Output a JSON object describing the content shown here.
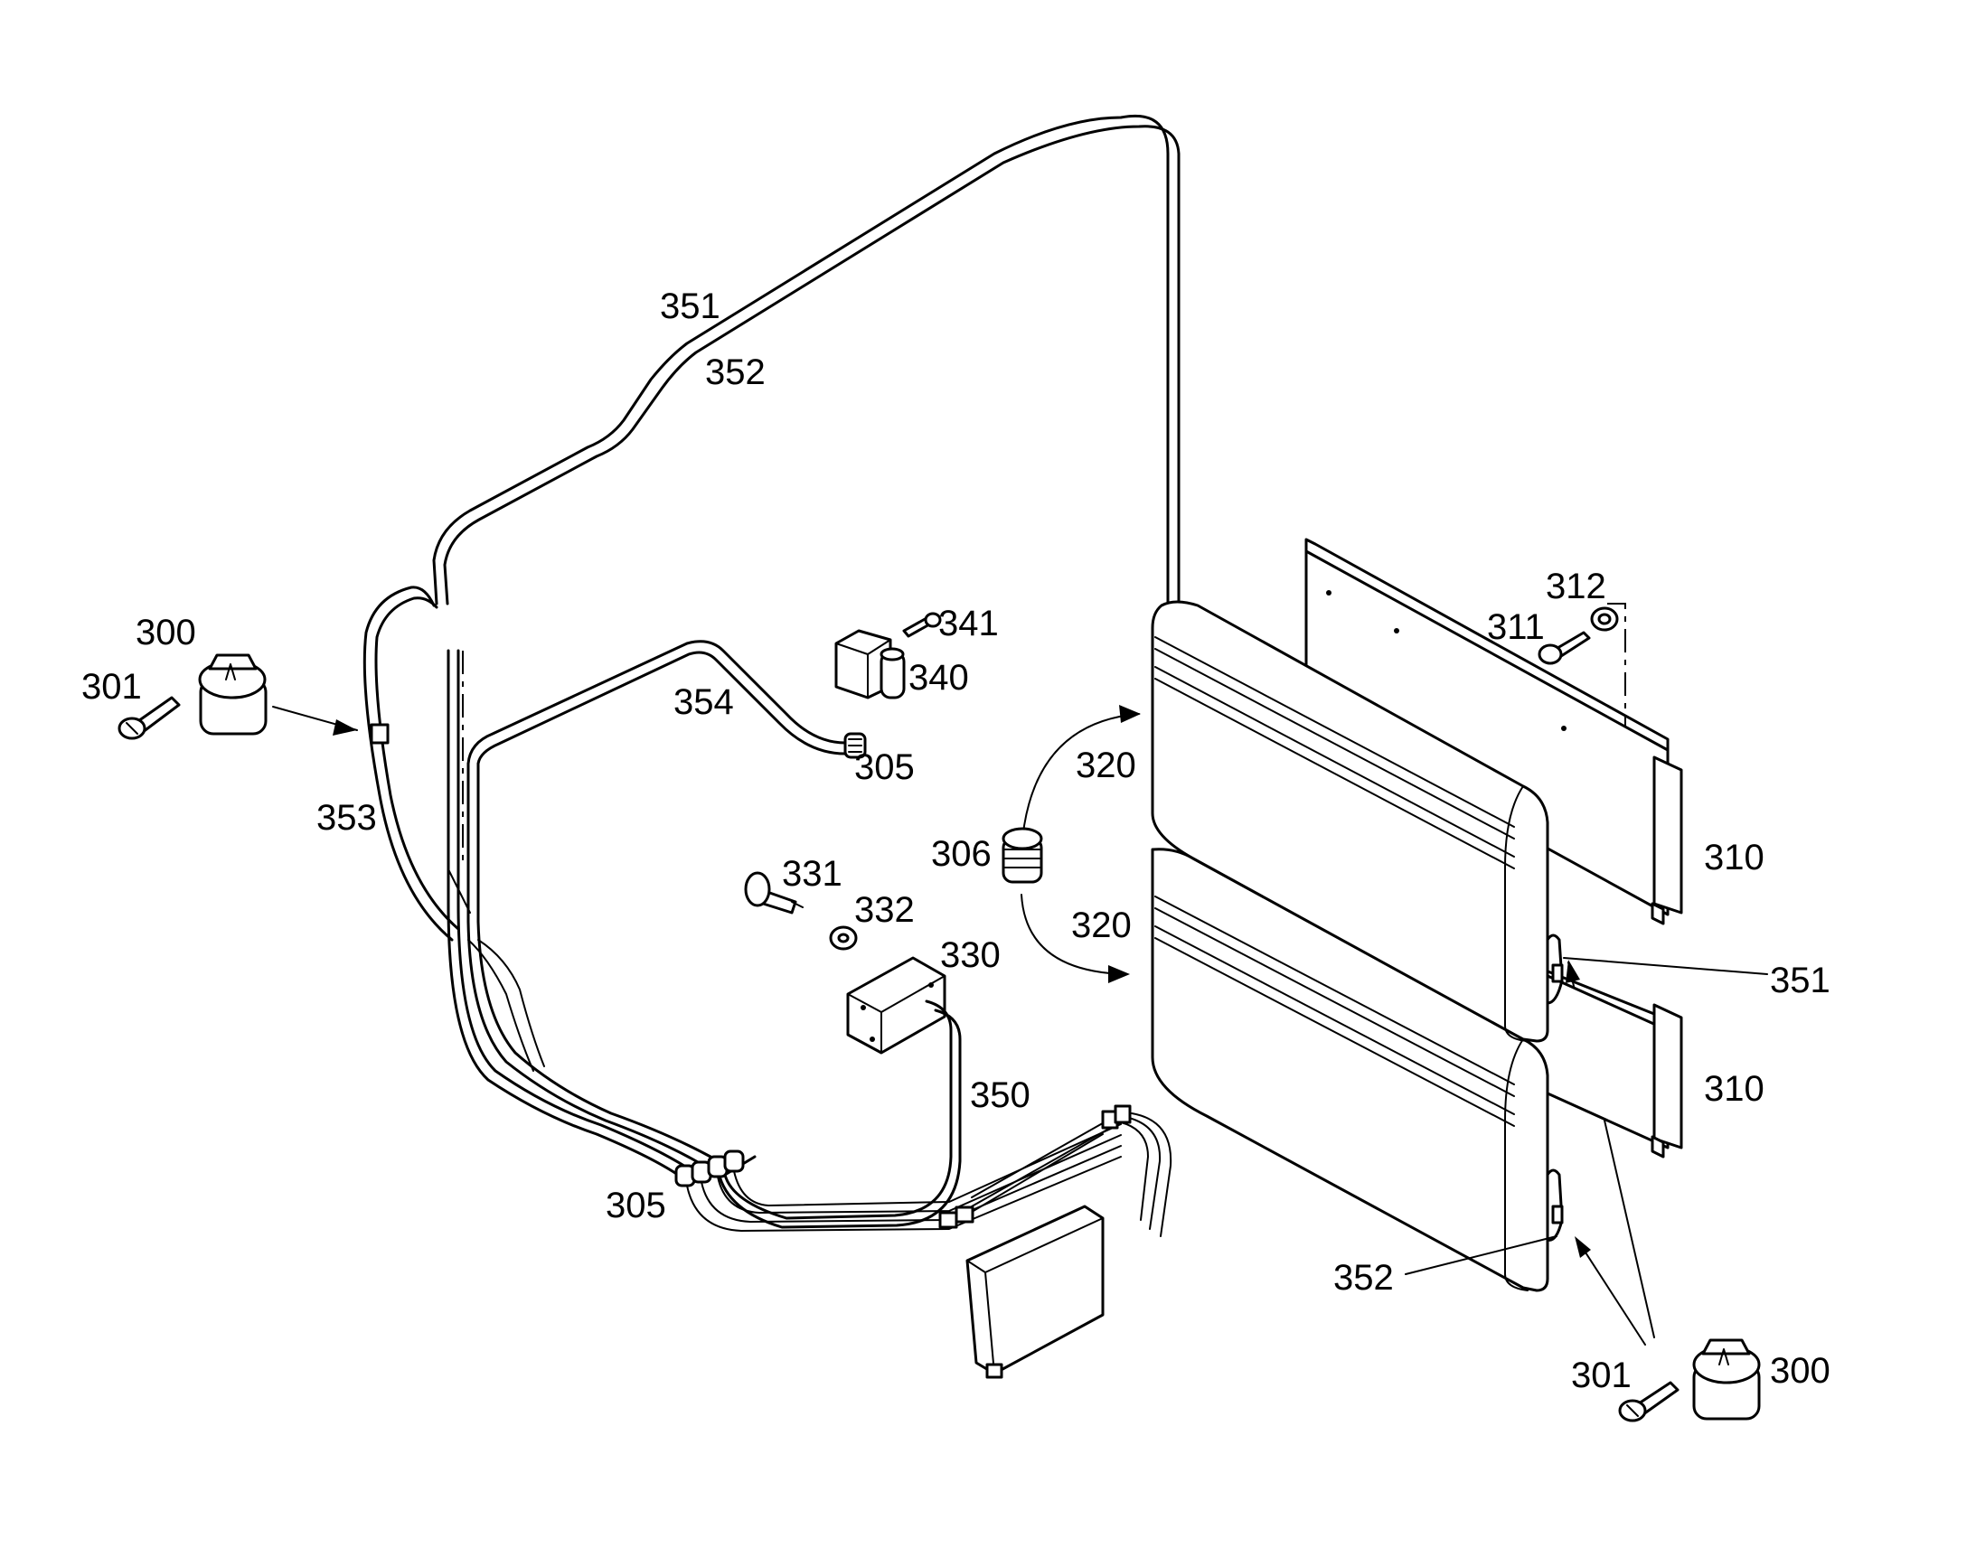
{
  "labels": {
    "l351_top": "351",
    "l352_top": "352",
    "l300_left": "300",
    "l301_left": "301",
    "l353": "353",
    "l354": "354",
    "l341": "341",
    "l340": "340",
    "l305_top": "305",
    "l312": "312",
    "l311": "311",
    "l320_top": "320",
    "l306": "306",
    "l310_top": "310",
    "l331": "331",
    "l332": "332",
    "l330": "330",
    "l320_bottom": "320",
    "l351_right": "351",
    "l350": "350",
    "l310_bottom": "310",
    "l305_bottom": "305",
    "l352_right": "352",
    "l301_right": "301",
    "l300_right": "300"
  }
}
